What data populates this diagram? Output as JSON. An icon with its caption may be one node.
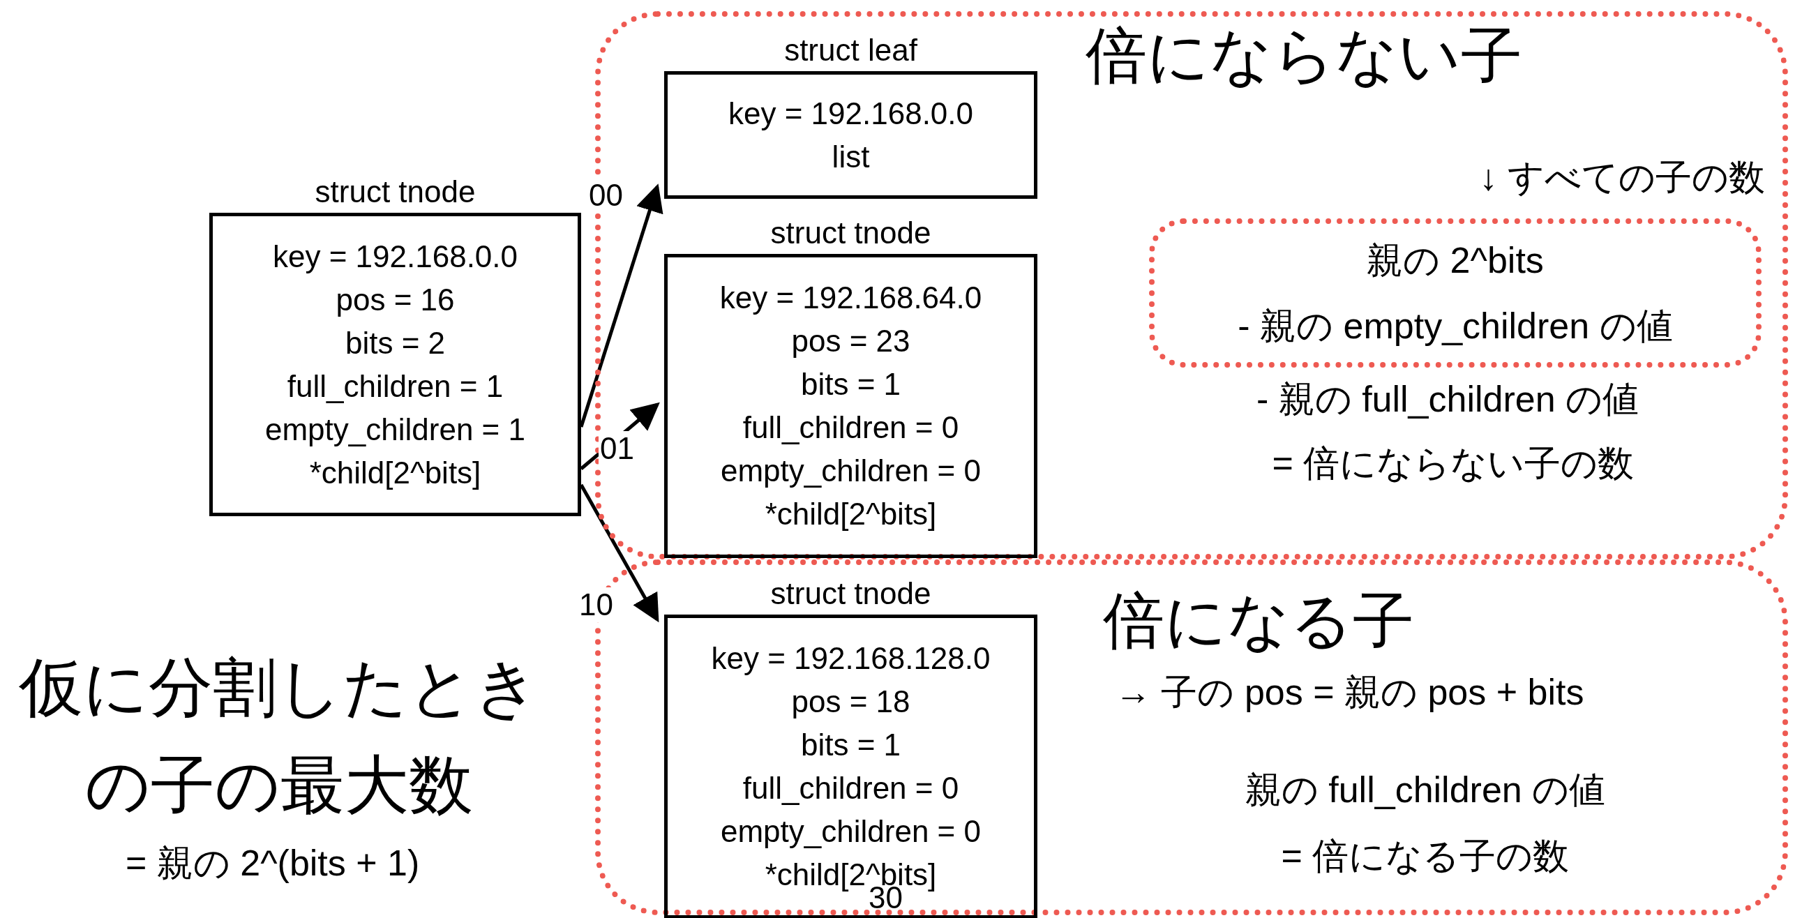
{
  "diagram": {
    "nodes": [
      {
        "text": [
          "struct tnode",
          "key = 192.168.0.0",
          "pos = 16",
          "bits = 2",
          "full_children = 1",
          "empty_children = 1",
          "*child[2^bits]"
        ]
      },
      {
        "text": [
          "倍にならない子",
          "↓ すべての子の数",
          "- 親の full_children の値",
          "= 倍にならない子の数"
        ]
      },
      {
        "text": [
          "struct leaf",
          "key = 192.168.0.0",
          "list"
        ],
        "in": 1
      },
      {
        "text": [
          "struct tnode",
          "key = 192.168.64.0",
          "pos = 23",
          "bits = 1",
          "full_children = 0",
          "empty_children = 0",
          "*child[2^bits]"
        ],
        "in": 1
      },
      {
        "text": [
          "親の 2^bits",
          "- 親の empty_children の値"
        ],
        "in": 1
      },
      {
        "text": [
          "倍になる子",
          "→ 子の pos = 親の pos + bits",
          "親の full_children の値",
          "= 倍になる子の数"
        ]
      },
      {
        "text": [
          "struct tnode",
          "key = 192.168.128.0",
          "pos = 18",
          "bits = 1",
          "full_children = 0",
          "empty_children = 0",
          "*child[2^bits]"
        ],
        "in": 5
      }
    ],
    "edges": [
      {
        "from": 0,
        "to": 2,
        "arrow": "to",
        "label": "00"
      },
      {
        "from": 0,
        "to": 3,
        "arrow": "to",
        "label": "01"
      },
      {
        "from": 0,
        "to": 6,
        "arrow": "to",
        "label": "10"
      }
    ],
    "labels": [
      "仮に分割したときの子の最大数",
      "= 親の 2^(bits + 1)",
      "30"
    ]
  }
}
